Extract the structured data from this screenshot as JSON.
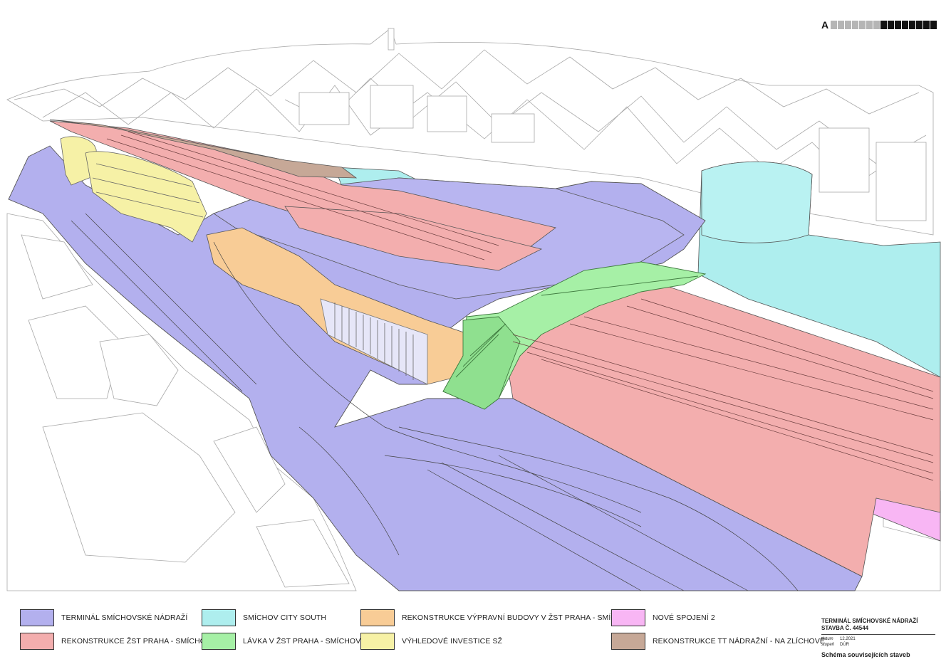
{
  "sheet": {
    "letter": "A"
  },
  "colors": {
    "terminal": "#b3b0ee",
    "zst": "#f3aeae",
    "city_south": "#aeeeee",
    "lavka": "#a6f0a6",
    "vypravni": "#f8cc96",
    "vyhledove": "#f6f1a6",
    "nove_spojeni": "#f8b6f4",
    "tt": "#c6a897"
  },
  "legend": [
    {
      "label": "TERMINÁL SMÍCHOVSKÉ NÁDRAŽÍ",
      "color": "#b3b0ee"
    },
    {
      "label": "SMÍCHOV CITY SOUTH",
      "color": "#aeeeee"
    },
    {
      "label": "REKONSTRUKCE VÝPRAVNÍ BUDOVY V ŽST PRAHA - SMÍCHOV",
      "color": "#f8cc96"
    },
    {
      "label": "NOVÉ SPOJENÍ 2",
      "color": "#f8b6f4"
    },
    {
      "label": "REKONSTRUKCE ŽST PRAHA - SMÍCHOV",
      "color": "#f3aeae"
    },
    {
      "label": "LÁVKA V ŽST PRAHA - SMÍCHOV",
      "color": "#a6f0a6"
    },
    {
      "label": "VÝHLEDOVÉ INVESTICE SŽ",
      "color": "#f6f1a6"
    },
    {
      "label": "REKONSTRUKCE TT NÁDRAŽNÍ - NA ZLÍCHOVĚ",
      "color": "#c6a897"
    }
  ],
  "titleblock": {
    "line1": "TERMINÁL SMÍCHOVSKÉ NÁDRAŽÍ",
    "line2": "STAVBA Č. 44544",
    "datum_label": "datum",
    "datum_value": "12.2021",
    "stupen_label": "stupeň",
    "stupen_value": "DÚR",
    "caption": "Schéma souvisejících staveb"
  }
}
